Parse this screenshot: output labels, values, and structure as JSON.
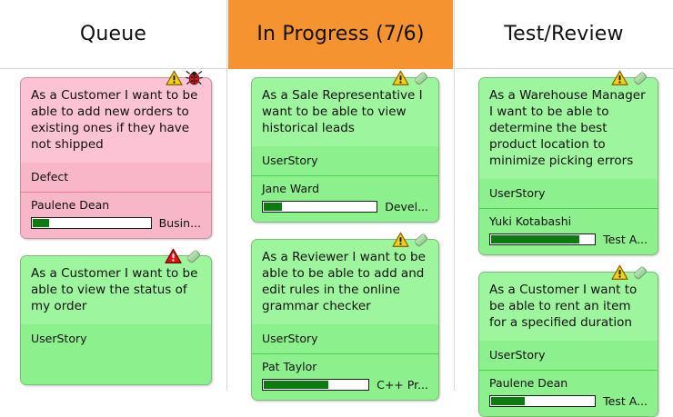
{
  "board": {
    "columns": [
      {
        "id": "queue",
        "title": "Queue",
        "header_highlight": false,
        "header_color": "#ffffff"
      },
      {
        "id": "in-progress",
        "title": "In Progress (7/6)",
        "header_highlight": true,
        "header_color": "#f59331"
      },
      {
        "id": "test-review",
        "title": "Test/Review",
        "header_highlight": false,
        "header_color": "#ffffff"
      }
    ]
  },
  "colors": {
    "card_green": "#8cf08c",
    "card_green_light": "#9df59d",
    "card_pink": "#f7b7c9",
    "card_pink_light": "#fbc3d3",
    "wip_exceeded": "#f59331",
    "progress_fill": "#0d7a12",
    "warning_yellow": "#f6d018",
    "warning_red": "#d81515",
    "tag_green": "#9fd69a",
    "bug_red": "#cc1f1f",
    "divider": "#d9d9d9"
  },
  "cards": {
    "queue": [
      {
        "title": "As a Customer I want to be able to add new orders to existing ones if they have not shipped",
        "type": "Defect",
        "color": "pink",
        "assignee": "Paulene Dean",
        "progress_percent": 14,
        "progress_label": "Busin...",
        "badges": [
          "warning-triangle-yellow-icon",
          "bug-icon"
        ],
        "has_footer": true
      },
      {
        "title": "As a Customer I want to be able to view the status of my order",
        "type": "UserStory",
        "color": "green",
        "assignee": "",
        "progress_percent": 0,
        "progress_label": "",
        "badges": [
          "warning-triangle-red-icon",
          "tag-diamond-icon"
        ],
        "has_footer": false
      }
    ],
    "in-progress": [
      {
        "title": "As a Sale Representative I want to be able to view historical leads",
        "type": "UserStory",
        "color": "green",
        "assignee": "Jane Ward",
        "progress_percent": 16,
        "progress_label": "Devel...",
        "badges": [
          "warning-triangle-yellow-icon",
          "tag-diamond-icon"
        ],
        "has_footer": true
      },
      {
        "title": "As a Reviewer I want to be able to be able to add and edit rules in the online grammar checker",
        "type": "UserStory",
        "color": "green",
        "assignee": "Pat Taylor",
        "progress_percent": 62,
        "progress_label": "C++ Pr...",
        "badges": [
          "warning-triangle-yellow-icon",
          "tag-diamond-icon"
        ],
        "has_footer": true
      }
    ],
    "test-review": [
      {
        "title": "As a Warehouse Manager I want to be able to determine the best product location to minimize picking errors",
        "type": "UserStory",
        "color": "green",
        "assignee": "Yuki Kotabashi",
        "progress_percent": 86,
        "progress_label": "Test A...",
        "badges": [
          "warning-triangle-yellow-icon",
          "tag-diamond-icon"
        ],
        "has_footer": true
      },
      {
        "title": "As a Customer I want to be able to rent an item for a specified duration",
        "type": "UserStory",
        "color": "green",
        "assignee": "Paulene Dean",
        "progress_percent": 33,
        "progress_label": "Test A...",
        "badges": [
          "warning-triangle-yellow-icon",
          "tag-diamond-icon"
        ],
        "has_footer": true
      }
    ]
  }
}
